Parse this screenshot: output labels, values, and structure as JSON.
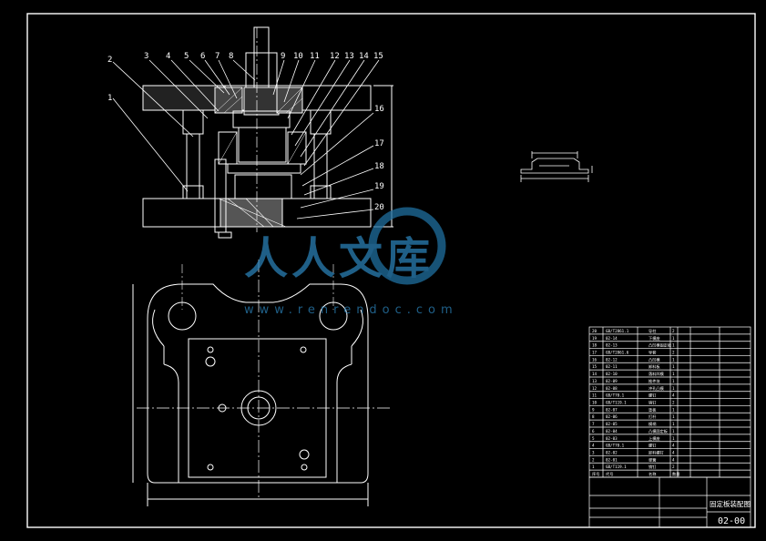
{
  "drawing": {
    "balloons": [
      "1",
      "2",
      "3",
      "4",
      "5",
      "6",
      "7",
      "8",
      "9",
      "10",
      "11",
      "12",
      "13",
      "14",
      "15",
      "16",
      "17",
      "18",
      "19",
      "20"
    ],
    "drawing_number": "02-00",
    "title_block_name": "固定板装配图"
  },
  "bom": {
    "rows": [
      {
        "no": "20",
        "code": "GB/T2861.1",
        "name": "导柱",
        "qty": "2"
      },
      {
        "no": "19",
        "code": "02-14",
        "name": "下模座",
        "qty": "1"
      },
      {
        "no": "18",
        "code": "02-13",
        "name": "凸凹模固定板",
        "qty": "1"
      },
      {
        "no": "17",
        "code": "GB/T2861.6",
        "name": "导套",
        "qty": "2"
      },
      {
        "no": "16",
        "code": "02-12",
        "name": "凸凹模",
        "qty": "1"
      },
      {
        "no": "15",
        "code": "02-11",
        "name": "卸料板",
        "qty": "1"
      },
      {
        "no": "14",
        "code": "02-10",
        "name": "落料凹模",
        "qty": "1"
      },
      {
        "no": "13",
        "code": "02-09",
        "name": "推件块",
        "qty": "1"
      },
      {
        "no": "12",
        "code": "02-08",
        "name": "冲孔凸模",
        "qty": "1"
      },
      {
        "no": "11",
        "code": "GB/T70.1",
        "name": "螺钉",
        "qty": "4"
      },
      {
        "no": "10",
        "code": "GB/T119.1",
        "name": "销钉",
        "qty": "2"
      },
      {
        "no": "9",
        "code": "02-07",
        "name": "垫板",
        "qty": "1"
      },
      {
        "no": "8",
        "code": "02-06",
        "name": "打杆",
        "qty": "1"
      },
      {
        "no": "7",
        "code": "02-05",
        "name": "模柄",
        "qty": "1"
      },
      {
        "no": "6",
        "code": "02-04",
        "name": "凸模固定板",
        "qty": "1"
      },
      {
        "no": "5",
        "code": "02-03",
        "name": "上模座",
        "qty": "1"
      },
      {
        "no": "4",
        "code": "GB/T70.1",
        "name": "螺钉",
        "qty": "4"
      },
      {
        "no": "3",
        "code": "02-02",
        "name": "卸料螺钉",
        "qty": "4"
      },
      {
        "no": "2",
        "code": "02-01",
        "name": "弹簧",
        "qty": "4"
      },
      {
        "no": "1",
        "code": "GB/T119.1",
        "name": "销钉",
        "qty": "2"
      }
    ],
    "header": {
      "no": "序号",
      "code": "代号",
      "name": "名称",
      "qty": "数量"
    }
  },
  "watermark": {
    "text": "人人文库",
    "url": "www.renrendoc.com"
  }
}
